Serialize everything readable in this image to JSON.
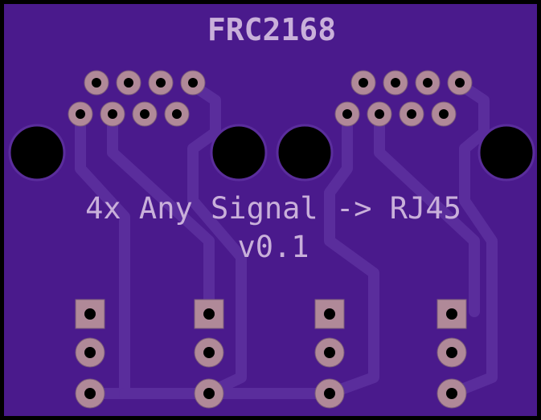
{
  "board": {
    "title": "FRC2168",
    "line1": "4x Any Signal -> RJ45",
    "line2": "v0.1"
  },
  "colors": {
    "substrate": "#4a1a8c",
    "trace": "#5a2d9c",
    "silk": "#c9b0da",
    "pad": "#b08998",
    "edge": "#000000"
  },
  "connectors": [
    {
      "name": "rj45-left",
      "pins": 8
    },
    {
      "name": "rj45-right",
      "pins": 8
    }
  ],
  "headers": [
    {
      "name": "header-1",
      "pins": 3
    },
    {
      "name": "header-2",
      "pins": 3
    },
    {
      "name": "header-3",
      "pins": 3
    },
    {
      "name": "header-4",
      "pins": 3
    }
  ]
}
